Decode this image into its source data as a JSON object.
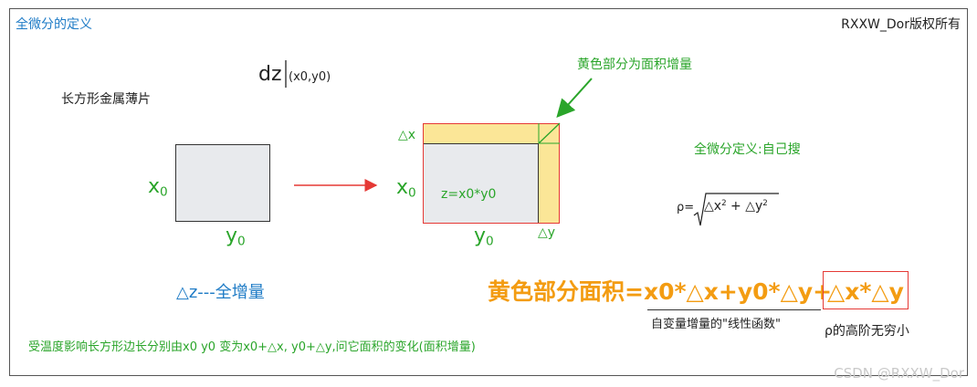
{
  "title": "全微分的定义",
  "copyright": "RXXW_Dor版权所有",
  "dz_label": "dz",
  "dz_point": "(x0,y0)",
  "sheet_label": "长方形金属薄片",
  "left_rect": {
    "x_label": "x",
    "x_sub": "0",
    "y_label": "y",
    "y_sub": "0"
  },
  "right_rect": {
    "yellow_note": "黄色部分为面积增量",
    "dx_label": "△x",
    "dy_label": "△y",
    "x_label": "x",
    "x_sub": "0",
    "y_label": "y",
    "y_sub": "0",
    "area_formula": "z=x0*y0"
  },
  "self_search": "全微分定义:自己搜",
  "rho": {
    "prefix": "ρ=",
    "term1": "△x",
    "term2": "△y",
    "exp": "2",
    "plus": "+"
  },
  "total_increment": "△z---全增量",
  "bottom_note": "受温度影响长方形边长分别由x0 y0 变为x0+△x, y0+△y,问它面积的变化(面积增量)",
  "formula_main": "黄色部分面积=x0*△x+y0*△y+",
  "formula_box": "△x*△y",
  "linear_label": "自变量增量的\"线性函数\"",
  "higher_order_label": "ρ的高阶无穷小",
  "watermark": "CSDN @RXXW_Dor",
  "colors": {
    "blue": "#1e7bc6",
    "green": "#2aa52a",
    "orange": "#f39c12",
    "red": "#e53935",
    "yellow": "#fbe697",
    "gray": "#e8eaed"
  }
}
